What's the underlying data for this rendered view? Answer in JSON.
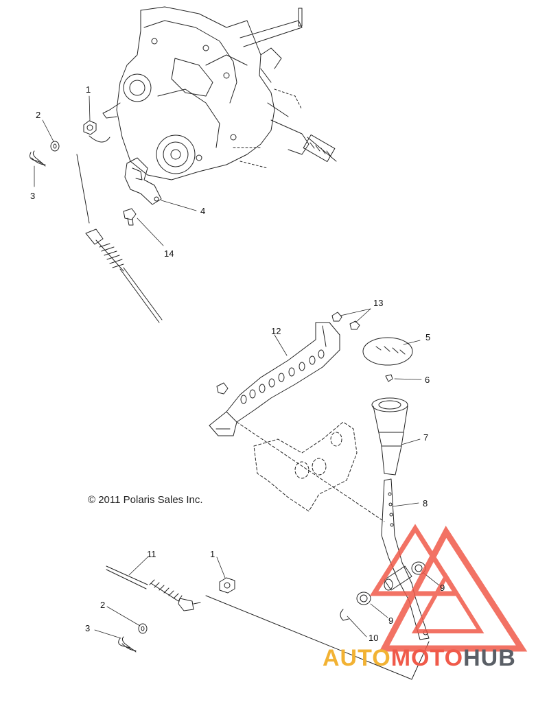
{
  "copyright": "© 2011 Polaris Sales Inc.",
  "watermark": {
    "part1": "AUTO",
    "part2": "MOTO",
    "part3": "HUB",
    "color1": "#f2b233",
    "color2": "#f05a4a",
    "color3": "#5a5f66"
  },
  "callouts": {
    "c1_top": "1",
    "c2_top": "2",
    "c3_top": "3",
    "c4": "4",
    "c14": "14",
    "c13": "13",
    "c12": "12",
    "c5": "5",
    "c6": "6",
    "c7": "7",
    "c8": "8",
    "c9_a": "9",
    "c9_b": "9",
    "c10": "10",
    "c11": "11",
    "c1_bot": "1",
    "c2_bot": "2",
    "c3_bot": "3"
  }
}
